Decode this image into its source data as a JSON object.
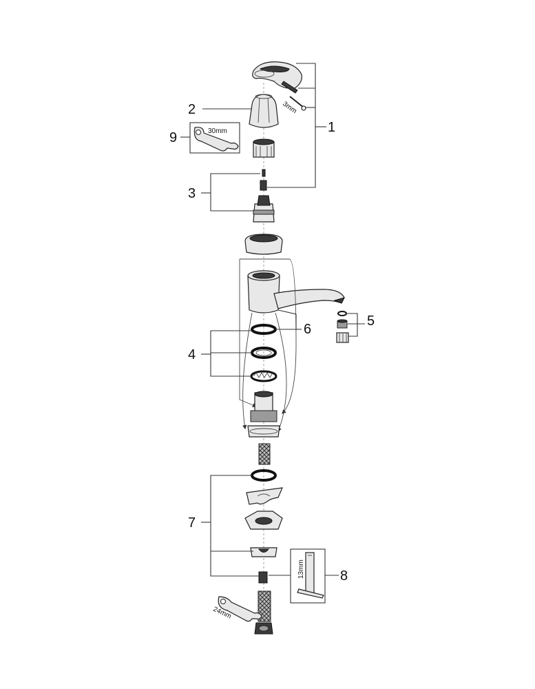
{
  "callouts": {
    "c1": "1",
    "c2": "2",
    "c3": "3",
    "c4": "4",
    "c5": "5",
    "c6": "6",
    "c7": "7",
    "c8": "8",
    "c9": "9"
  },
  "dimensions": {
    "allen_key": "3mm",
    "wrench_top": "30mm",
    "key_tool": "13mm",
    "wrench_bottom": "24mm"
  }
}
